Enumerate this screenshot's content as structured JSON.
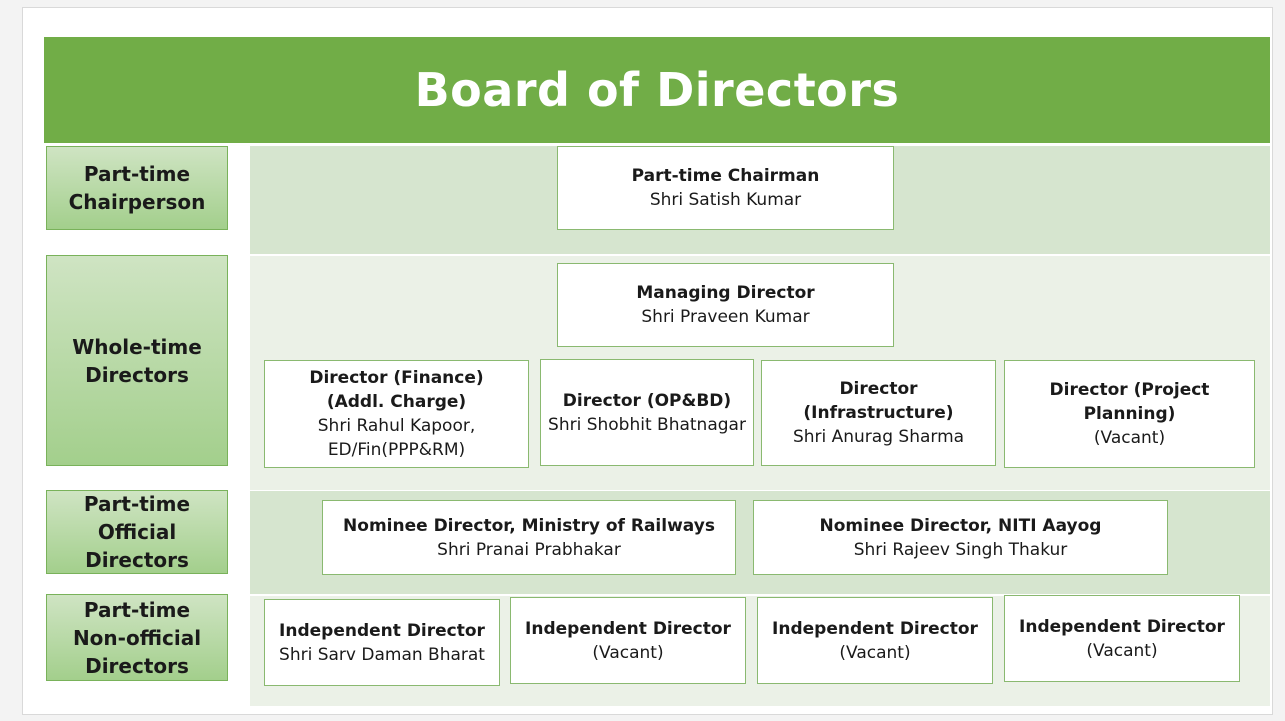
{
  "title": "Board of Directors",
  "categories": {
    "chair": "Part-time\nChairperson",
    "whole": "Whole-time\nDirectors",
    "official": "Part-time\nOfficial Directors",
    "nonofficial": "Part-time\nNon-official\nDirectors"
  },
  "boxes": {
    "chairman": {
      "role": "Part-time Chairman",
      "person": "Shri Satish Kumar"
    },
    "md": {
      "role": "Managing Director",
      "person": "Shri Praveen Kumar"
    },
    "finance": {
      "role": "Director (Finance)\n(Addl. Charge)",
      "person": "Shri Rahul Kapoor,\nED/Fin(PPP&RM)"
    },
    "opbd": {
      "role": "Director (OP&BD)",
      "person": "Shri Shobhit Bhatnagar"
    },
    "infra": {
      "role": "Director (Infrastructure)",
      "person": "Shri Anurag Sharma"
    },
    "planning": {
      "role": "Director (Project Planning)",
      "person": "(Vacant)"
    },
    "nominee_rail": {
      "role": "Nominee Director, Ministry of Railways",
      "person": "Shri Pranai Prabhakar"
    },
    "nominee_niti": {
      "role": "Nominee Director, NITI Aayog",
      "person": "Shri Rajeev Singh Thakur"
    },
    "ind1": {
      "role": "Independent Director",
      "person": "Shri Sarv Daman Bharat"
    },
    "ind2": {
      "role": "Independent Director",
      "person": "(Vacant)"
    },
    "ind3": {
      "role": "Independent Director",
      "person": "(Vacant)"
    },
    "ind4": {
      "role": "Independent Director",
      "person": "(Vacant)"
    }
  }
}
